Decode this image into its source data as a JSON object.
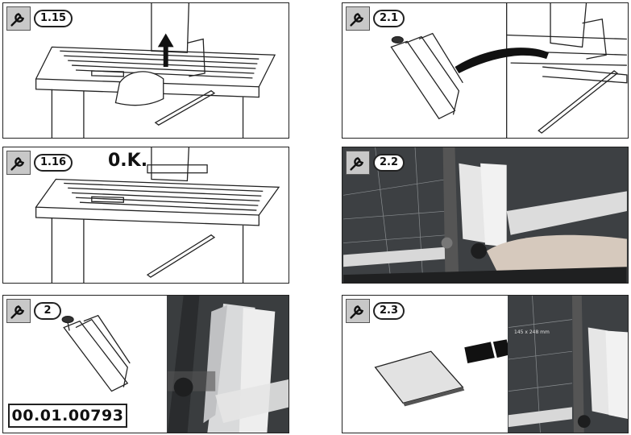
{
  "panels": {
    "p115": {
      "step": "1.15"
    },
    "p116": {
      "step": "1.16",
      "ok_label": "0.K."
    },
    "p2": {
      "step": "2",
      "part_number": "00.01.00793"
    },
    "p21": {
      "step": "2.1"
    },
    "p22": {
      "step": "2.2"
    },
    "p23": {
      "step": "2.3",
      "dims_text": "145 x 248 mm"
    }
  },
  "icons": {
    "tool": "wrench-icon"
  },
  "colors": {
    "frame": "#222222",
    "icon_bg": "#c8c8c8",
    "photo_dark": "#3a3d3f",
    "arrow": "#111111"
  }
}
